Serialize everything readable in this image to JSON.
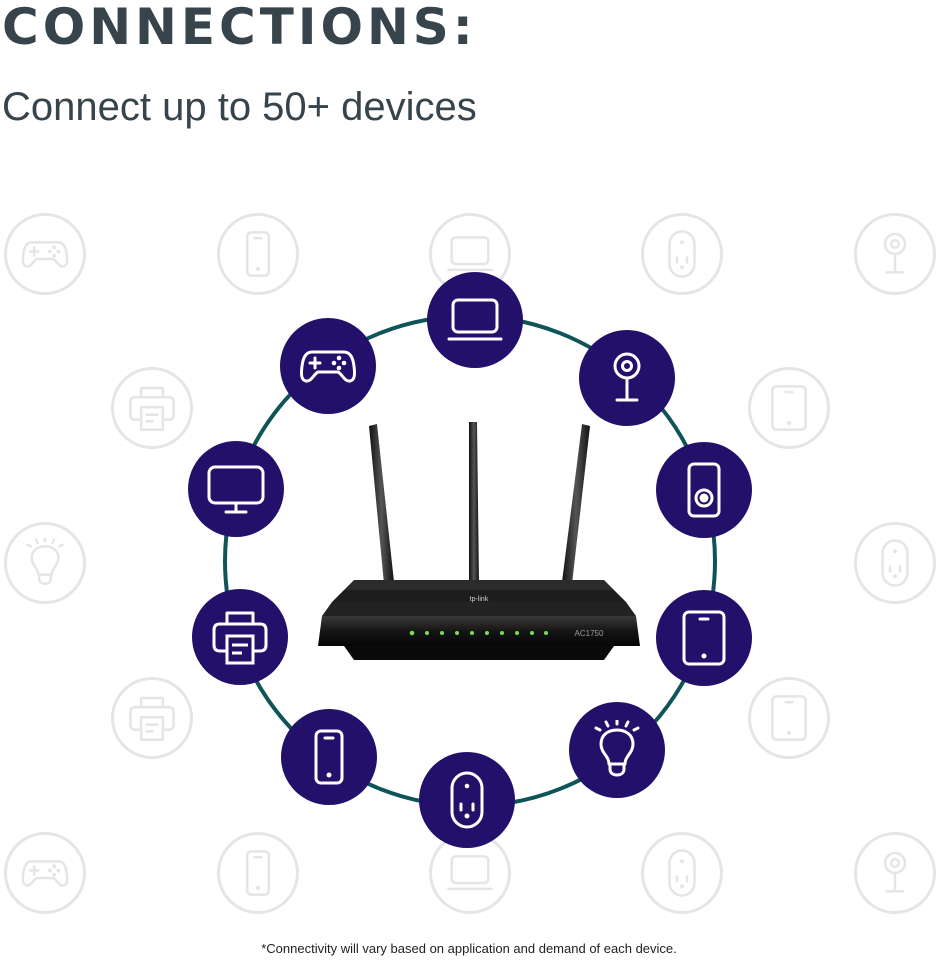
{
  "header": {
    "title": "CONNECTIONS:",
    "subtitle": "Connect up to 50+ devices"
  },
  "footnote": "*Connectivity will vary based on application and demand of each device.",
  "colors": {
    "text": "#37444c",
    "device_circle": "#23106b",
    "ring": "#0e5458",
    "ghost_outline": "#e4e6e6",
    "led_green": "#7ed957"
  },
  "router": {
    "brand": "tp-link",
    "model_badge": "AC1750",
    "antennas": 3,
    "led_count": 10
  },
  "connected_devices": [
    {
      "icon": "laptop-icon",
      "label": "Laptop"
    },
    {
      "icon": "security-camera-icon",
      "label": "Security camera"
    },
    {
      "icon": "smart-speaker-icon",
      "label": "Smart speaker"
    },
    {
      "icon": "tablet-icon",
      "label": "Tablet"
    },
    {
      "icon": "light-bulb-icon",
      "label": "Smart bulb"
    },
    {
      "icon": "smart-plug-icon",
      "label": "Smart plug"
    },
    {
      "icon": "smartphone-icon",
      "label": "Smartphone"
    },
    {
      "icon": "printer-icon",
      "label": "Printer"
    },
    {
      "icon": "monitor-icon",
      "label": "Monitor / TV"
    },
    {
      "icon": "gamepad-icon",
      "label": "Game controller"
    }
  ],
  "background_icons": [
    "gamepad-icon",
    "smartphone-icon",
    "laptop-icon",
    "smart-plug-icon",
    "security-camera-icon",
    "printer-icon",
    "tablet-icon",
    "light-bulb-icon",
    "smart-plug-icon",
    "printer-icon",
    "tablet-icon",
    "gamepad-icon",
    "smartphone-icon",
    "laptop-icon",
    "smart-plug-icon",
    "security-camera-icon"
  ]
}
